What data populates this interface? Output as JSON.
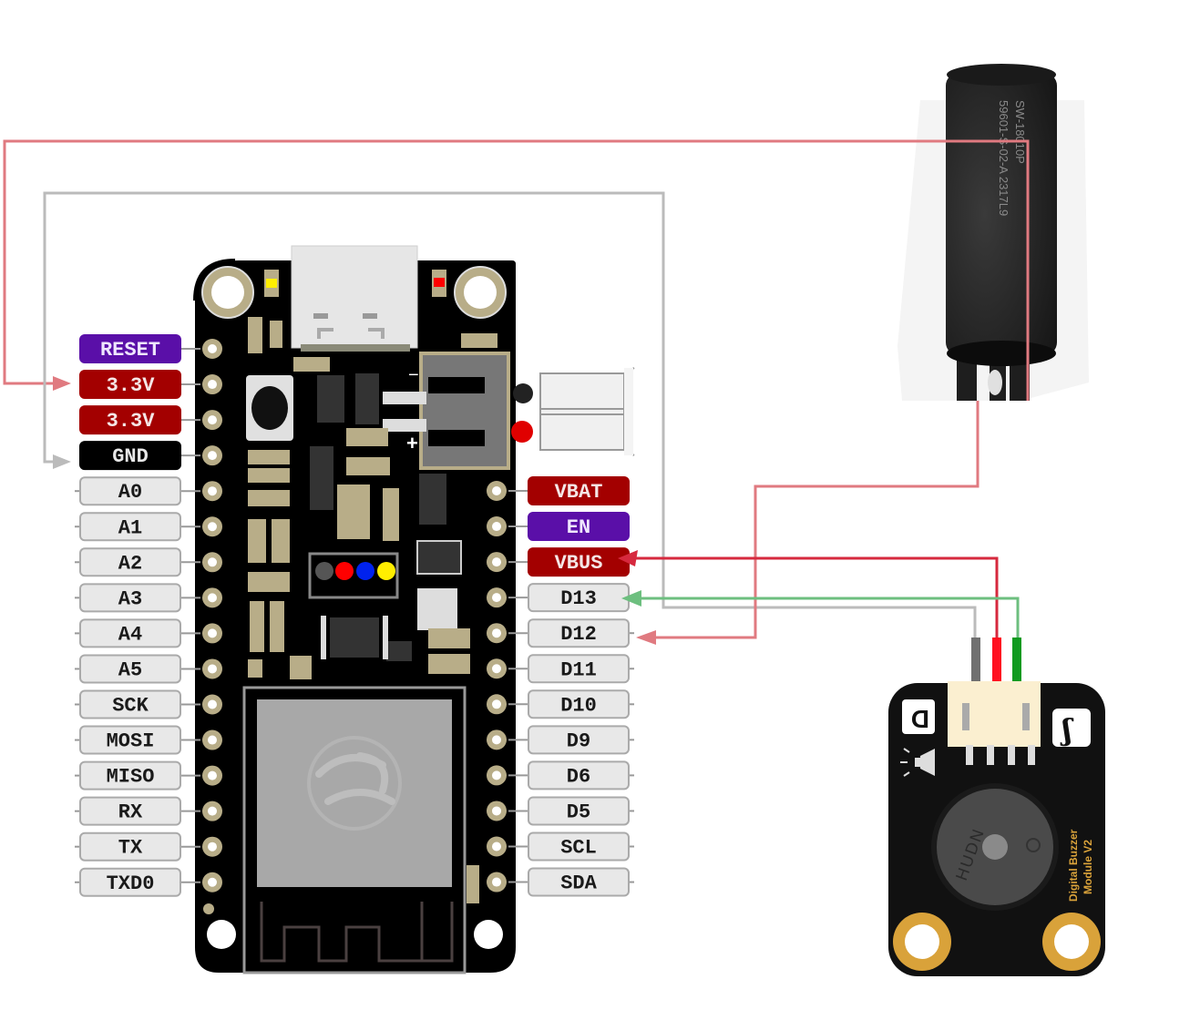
{
  "diagram": {
    "title": "ESP32 Feather wiring with tilt sensor and digital buzzer",
    "colors": {
      "background": "#ffffff",
      "pcb": "#000000",
      "pad_ring": "#b8ad88",
      "label_red": "#a30000",
      "label_purple": "#5a0fa8",
      "label_black": "#000000",
      "label_gray_fill": "#e8e8e8",
      "label_gray_border": "#aaaaaa",
      "wire_pink": "#e07a80",
      "wire_gray": "#bbbbbb",
      "wire_red": "#d6293e",
      "wire_green": "#6dbf7f",
      "buzzer_gold": "#d9a23a"
    },
    "board": {
      "name": "ESP32 Feather",
      "left_pins": [
        {
          "label": "RESET",
          "style": "purple"
        },
        {
          "label": "3.3V",
          "style": "red"
        },
        {
          "label": "3.3V",
          "style": "red"
        },
        {
          "label": "GND",
          "style": "black"
        },
        {
          "label": "A0",
          "style": "gray"
        },
        {
          "label": "A1",
          "style": "gray"
        },
        {
          "label": "A2",
          "style": "gray"
        },
        {
          "label": "A3",
          "style": "gray"
        },
        {
          "label": "A4",
          "style": "gray"
        },
        {
          "label": "A5",
          "style": "gray"
        },
        {
          "label": "SCK",
          "style": "gray"
        },
        {
          "label": "MOSI",
          "style": "gray"
        },
        {
          "label": "MISO",
          "style": "gray"
        },
        {
          "label": "RX",
          "style": "gray"
        },
        {
          "label": "TX",
          "style": "gray"
        },
        {
          "label": "TXD0",
          "style": "gray"
        }
      ],
      "right_pins": [
        {
          "label": "VBAT",
          "style": "red"
        },
        {
          "label": "EN",
          "style": "purple"
        },
        {
          "label": "VBUS",
          "style": "red"
        },
        {
          "label": "D13",
          "style": "gray"
        },
        {
          "label": "D12",
          "style": "gray"
        },
        {
          "label": "D11",
          "style": "gray"
        },
        {
          "label": "D10",
          "style": "gray"
        },
        {
          "label": "D9",
          "style": "gray"
        },
        {
          "label": "D6",
          "style": "gray"
        },
        {
          "label": "D5",
          "style": "gray"
        },
        {
          "label": "SCL",
          "style": "gray"
        },
        {
          "label": "SDA",
          "style": "gray"
        }
      ],
      "battery_connector_marks": {
        "minus": "−",
        "plus": "+"
      },
      "led_colors": [
        "#555555",
        "#ff0000",
        "#0022ee",
        "#ffee00"
      ]
    },
    "sensor": {
      "name": "Tilt switch sensor",
      "marking_line1": "SW-18010P",
      "marking_line2": "59601-S-02-A 2317L9"
    },
    "buzzer": {
      "name": "Digital Buzzer Module V2",
      "text_line1": "Digital Buzzer",
      "text_line2": "Module V2",
      "badge_left": "D",
      "badge_right": "ʃ",
      "buzzer_marking": "HUDN"
    },
    "connections": [
      {
        "from": "Tilt sensor lead 1",
        "to": "3.3V",
        "color": "wire_pink"
      },
      {
        "from": "Tilt sensor lead 2",
        "to": "D12",
        "color": "wire_pink"
      },
      {
        "from": "Buzzer GND",
        "to": "GND",
        "color": "wire_gray"
      },
      {
        "from": "Buzzer VCC",
        "to": "VBUS",
        "color": "wire_red"
      },
      {
        "from": "Buzzer signal",
        "to": "D13",
        "color": "wire_green"
      }
    ]
  }
}
